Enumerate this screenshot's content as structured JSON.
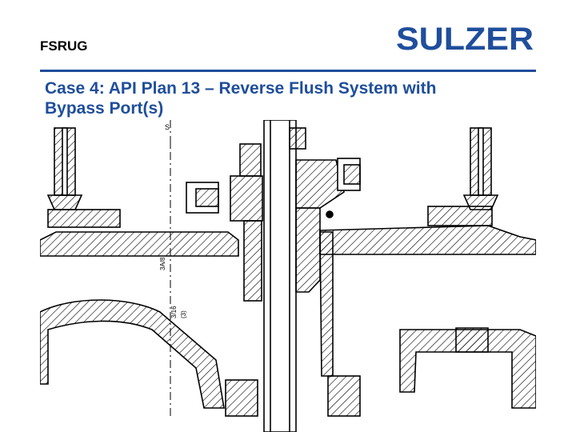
{
  "header": {
    "label": "FSRUG",
    "logo_text": "SULZER"
  },
  "slide": {
    "title_line1": "Case 4:  API Plan 13 – Reverse Flush System with",
    "title_line2": "Bypass Port(s)"
  },
  "drawing": {
    "annotations": [
      "S",
      "3A/8",
      "3/16",
      "(3)"
    ]
  },
  "colors": {
    "brand": "#1f4e9c",
    "title": "#1f4e9c",
    "ink": "#000000"
  }
}
